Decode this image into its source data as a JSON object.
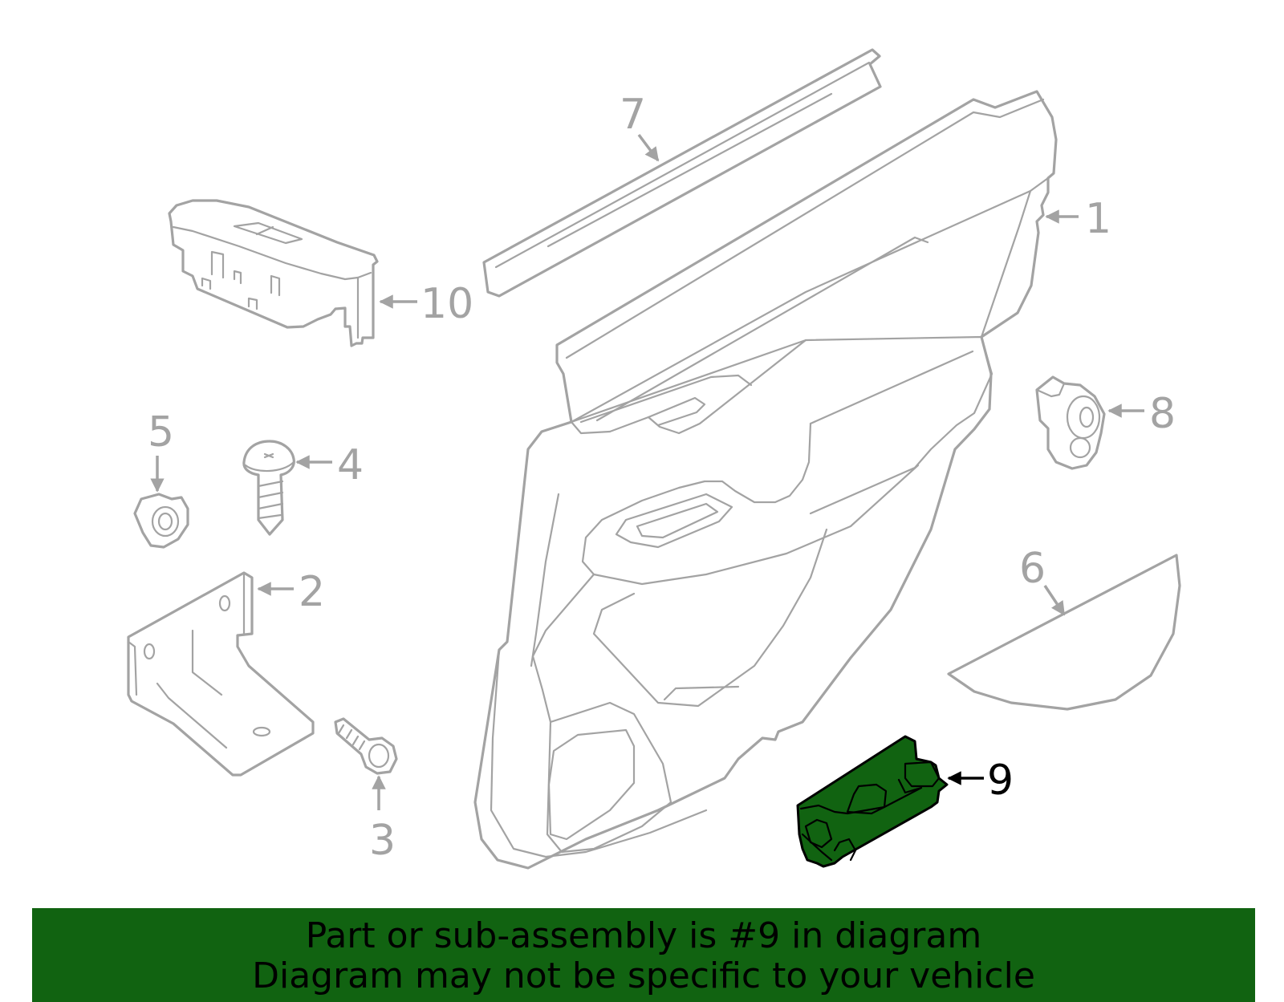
{
  "diagram": {
    "highlight_color": "#116311",
    "callouts": [
      "1",
      "2",
      "3",
      "4",
      "5",
      "6",
      "7",
      "8",
      "9",
      "10"
    ],
    "highlighted_part": "9"
  },
  "banner": {
    "line1": "Part or sub-assembly is #9 in diagram",
    "line2": "Diagram may not be specific to your vehicle",
    "background": "#116311"
  }
}
